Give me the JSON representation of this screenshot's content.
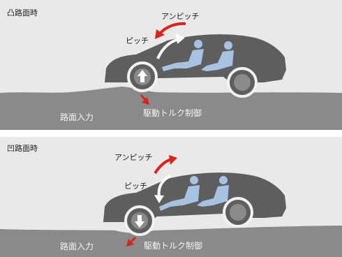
{
  "panels": {
    "top": {
      "title": "凸路面時",
      "anti_pitch": "アンピッチ",
      "pitch": "ピッチ",
      "road_input": "路面入力",
      "torque_control": "駆動トルク制御"
    },
    "bottom": {
      "title": "凹路面時",
      "anti_pitch": "アンピッチ",
      "pitch": "ピッチ",
      "road_input": "路面入力",
      "torque_control": "駆動トルク制御"
    }
  },
  "colors": {
    "panel_bg": "#e9e9e9",
    "road": "#8a8a8a",
    "car": "#5e5e5e",
    "passenger": "#a8c2e2",
    "arrow_red": "#d9231c",
    "arrow_white": "#ffffff"
  }
}
